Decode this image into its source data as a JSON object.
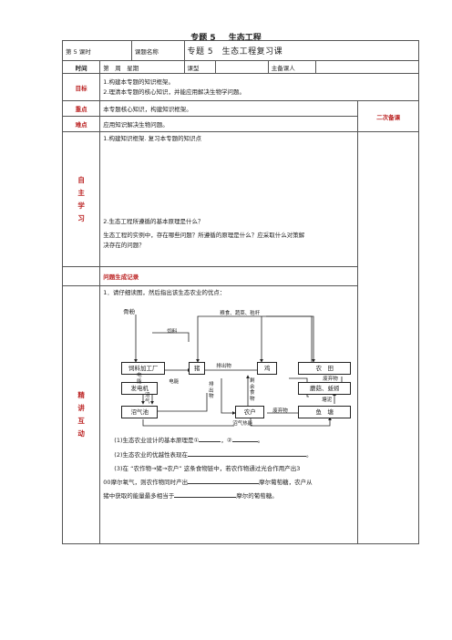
{
  "title": {
    "topic": "专题 5",
    "name": "生态工程"
  },
  "row1": {
    "lesson": "第 5 课时",
    "course_label": "课题名称",
    "course_value": "专题 5　生态工程复习课"
  },
  "row2": {
    "time": "时间",
    "week": "第　周　星期",
    "type": "课型",
    "teacher": "主备课人"
  },
  "goals": {
    "label": "目标",
    "line1": "1.构建本专题的知识框架。",
    "line2": "2.理清本专题的核心知识，并能应用解决生物学问题。"
  },
  "key": {
    "label": "重点",
    "text": "本专题核心知识，构建知识框架。"
  },
  "difficulty": {
    "label": "难点",
    "text": "应用知识解决生物问题。"
  },
  "side": {
    "label": "二次备课"
  },
  "self_study": {
    "chars": [
      "自",
      "主",
      "学",
      "习"
    ],
    "q1": "1.构建知识框架. 复习本专题的知识点",
    "q2": "2.生态工程所遵循的基本原理是什么？",
    "q3a": "生态工程的实例中，存在哪些问题？所遵循的原理是什么？应采取什么对策解",
    "q3b": "决存在的问题？",
    "issue": "问题生成记录"
  },
  "interact": {
    "chars": [
      "精",
      "讲",
      "互",
      "动"
    ],
    "q1": "1．请仔细读图，然后指出该生态农业的优点：",
    "sub1a": "(1)生态农业设计的基本原理是①",
    "sub1b": "，②",
    "sub1c": "。",
    "sub2": "(2)生态农业的优越性表现在",
    "sub2end": "。",
    "sub3a": "(3)在 “农作物→猪→农户” 这条食物链中，若农作物通过光合作用产出3",
    "sub3b": "00摩尔氧气，则农作物同时产出",
    "sub3c": "摩尔葡萄糖，农户从",
    "sub3d": "猪中获取的能量最多相当于",
    "sub3e": "摩尔的葡萄糖。"
  },
  "diagram": {
    "boxes": {
      "feed": "饲料加工厂",
      "pig": "猪",
      "chicken": "鸡",
      "field": "农　田",
      "generator": "发电机",
      "mushroom": "蘑菇、蚯蚓",
      "biogas": "沼气池",
      "farmer": "农户",
      "pond": "鱼　塘"
    },
    "labels": {
      "bone": "骨粉",
      "food": "粮食、蔬菜、秸秆",
      "fodder": "饲料",
      "excrement": "排出物",
      "power1": "电能",
      "power2": "电能",
      "biogas_gas": "沼气",
      "excrement2": "排出物",
      "leftover": "剩余食物",
      "waste1": "废弃物",
      "waste2": "废弃物",
      "mud": "塘泥",
      "heat": "沼气热能"
    }
  }
}
